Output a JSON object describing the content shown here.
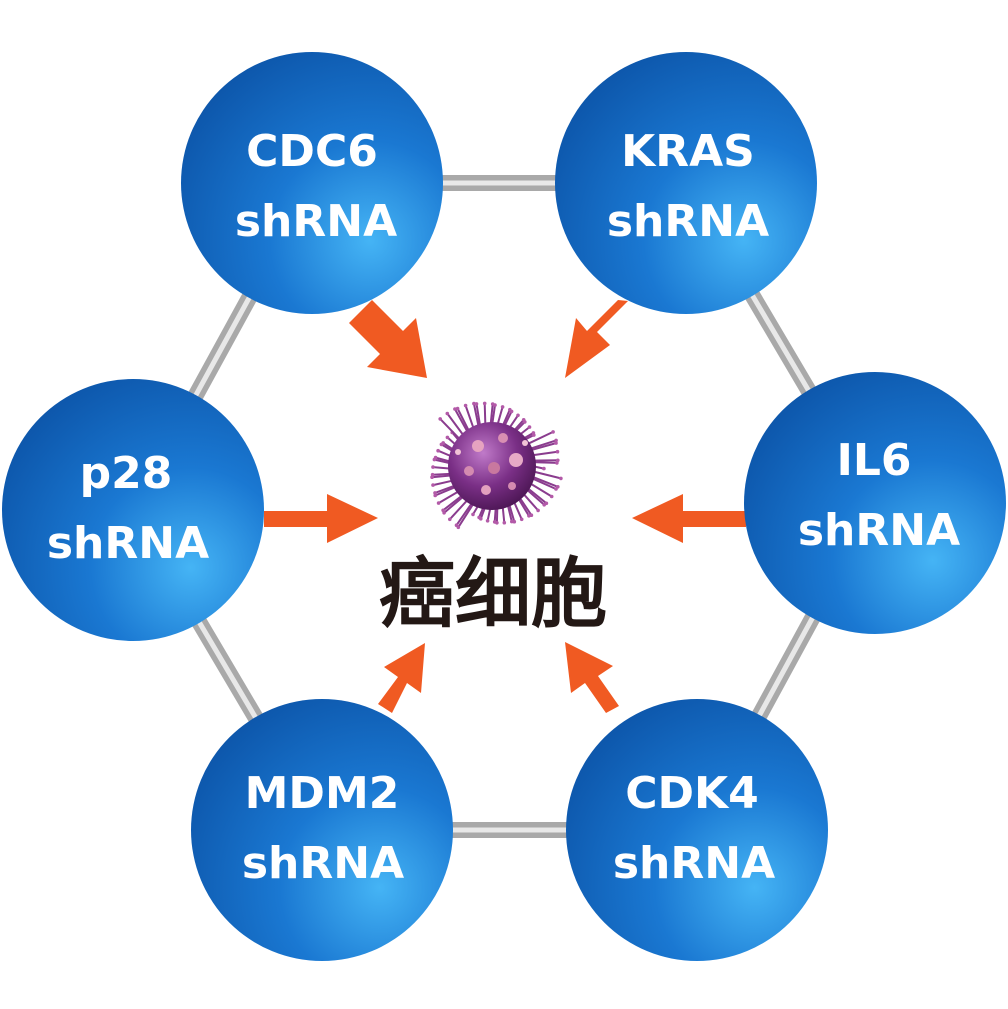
{
  "center": {
    "label": "癌细胞",
    "icon": "cancer-cell-icon",
    "label_color": "#231815"
  },
  "nodes": [
    {
      "id": "cdc6",
      "line1": "CDC6",
      "line2": "shRNA"
    },
    {
      "id": "kras",
      "line1": "KRAS",
      "line2": "shRNA"
    },
    {
      "id": "p28",
      "line1": "p28",
      "line2": "shRNA"
    },
    {
      "id": "il6",
      "line1": "IL6",
      "line2": "shRNA"
    },
    {
      "id": "mdm2",
      "line1": "MDM2",
      "line2": "shRNA"
    },
    {
      "id": "cdk4",
      "line1": "CDK4",
      "line2": "shRNA"
    }
  ],
  "colors": {
    "node_light": "#45b4f5",
    "node_mid": "#1a78d2",
    "node_dark": "#0c54a8",
    "arrow": "#f05a22",
    "ring": "#a9a9a9",
    "cell_body": "#7a2f86",
    "cell_spikes": "#8a3c8e"
  }
}
